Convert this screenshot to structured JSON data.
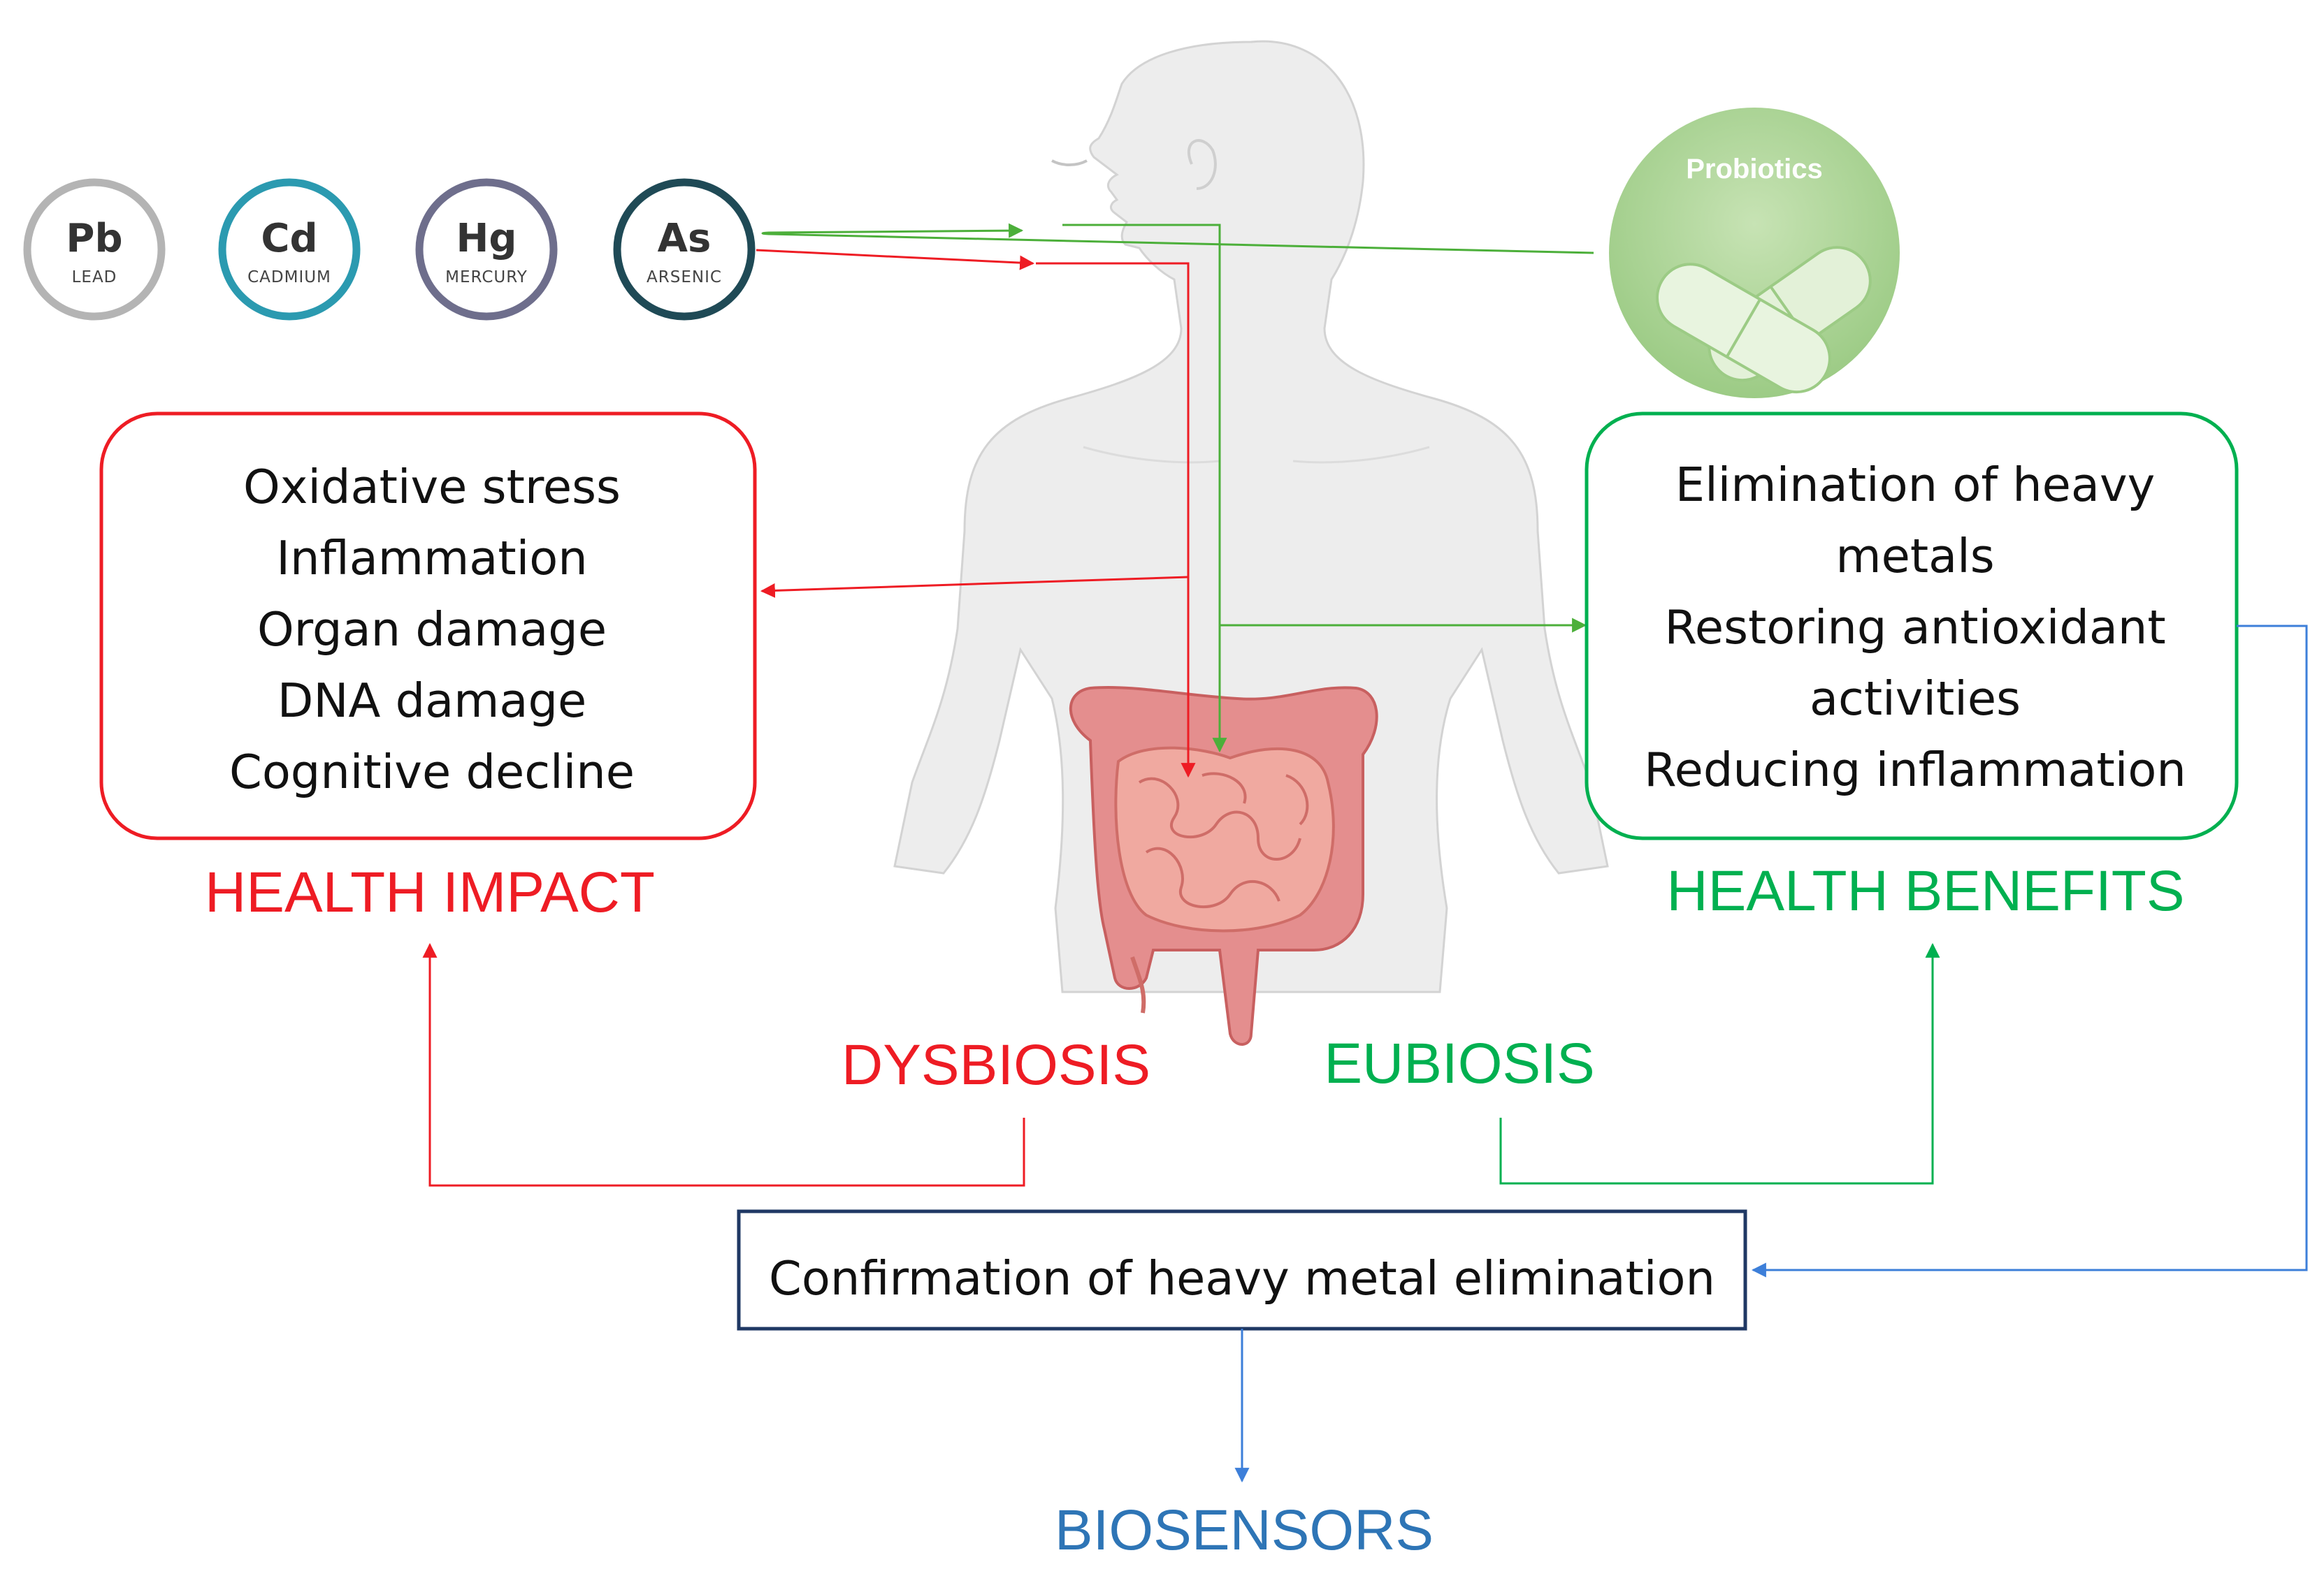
{
  "elements": [
    {
      "symbol": "Pb",
      "name": "LEAD",
      "color": "#b4b4b4"
    },
    {
      "symbol": "Cd",
      "name": "CADMIUM",
      "color": "#2b9ab0"
    },
    {
      "symbol": "Hg",
      "name": "MERCURY",
      "color": "#6e6e8c"
    },
    {
      "symbol": "As",
      "name": "ARSENIC",
      "color": "#1f4a56"
    }
  ],
  "probiotics_label": "Probiotics",
  "health_impact": {
    "items": [
      "Oxidative stress",
      "Inflammation",
      "Organ damage",
      "DNA damage",
      "Cognitive decline"
    ],
    "title": "HEALTH IMPACT",
    "color": "#ee1c24"
  },
  "health_benefits": {
    "items": [
      "Elimination of heavy",
      "metals",
      "Restoring antioxidant",
      "activities",
      "Reducing inflammation"
    ],
    "title": "HEALTH BENEFITS",
    "color": "#00b050"
  },
  "dysbiosis": "DYSBIOSIS",
  "eubiosis": "EUBIOSIS",
  "confirmation": "Confirmation of heavy metal elimination",
  "biosensors": "BIOSENSORS",
  "colors": {
    "red": "#ee1c24",
    "green": "#5cb85c",
    "blue": "#3d7fd9",
    "navy": "#1f3864",
    "biosensors": "#2e75b6"
  }
}
